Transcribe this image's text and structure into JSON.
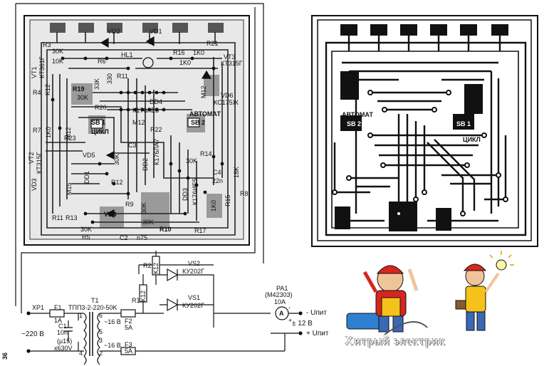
{
  "labels": {
    "vd2": "VD2",
    "vd1": "VD1",
    "r3": "R3",
    "r21": "R21",
    "k30a": "30K",
    "hl1": "HL1",
    "r16": "R16",
    "k1a": "1K0",
    "vt3": "VT3",
    "kt315": "КТ315Г",
    "vt1": "VT1",
    "kt361": "КТ361Г",
    "r6": "R6",
    "k10a": "10K",
    "k1b": "1K0",
    "r4": "R4",
    "k12a": "K12",
    "k330": "330",
    "r11": "R11",
    "k33": "33K",
    "r19": "R19",
    "k30b": "30K",
    "r20": "R20",
    "dd4": "DD4",
    "kc175": "КС175Ж",
    "vd6": "VD6",
    "m12a": "M12",
    "k176le5": "К176ЛЕ5",
    "avtomat": "АВТОМАТ",
    "sb2": "SB 2",
    "sb1": "SB 1",
    "tsikl": "ЦИКЛ",
    "r7": "R7",
    "k1c": "1K0",
    "m12b": "M12",
    "r22": "R22",
    "r23": "R23",
    "m12c": "M12",
    "vt2": "VT2",
    "kt315b": "КТ315Г",
    "vd5": "VD5",
    "k30c": "30K",
    "c3": "C3",
    "r14": "R14",
    "k30d": "30K",
    "c4": "C4",
    "n22": "22n",
    "dd1": "DD1",
    "dd2": "DD2",
    "k176la7": "К176ЛА7",
    "r12": "R12",
    "k18": "18K",
    "r8": "R8",
    "vd3": "VD3",
    "r15": "R15",
    "m15": "M15",
    "dd3": "DD3",
    "k176ie5": "К176ИЕ5",
    "k1d": "1K0",
    "r9": "R9",
    "vd4": "VD4",
    "k30e": "30K",
    "r10": "R10",
    "k30f": "30K",
    "r11b": "R11",
    "r13": "R13",
    "r17": "R17",
    "k30g": "30K",
    "r5": "R5",
    "c2": "C2",
    "n75": "n75",
    "r2": "R2",
    "k12b": "K12",
    "vs2": "VS2",
    "ku202a": "КУ202Г",
    "r1": "R1",
    "k12c": "K12",
    "vs1": "VS1",
    "ku202b": "КУ202Г",
    "pa1": "PA1",
    "m42303": "(М42303)",
    "a10": "10A",
    "a": "A",
    "xp1": "XP1",
    "f1": "F1",
    "a1": "1A",
    "t1": "T1",
    "tpp": "ТПП3-2-220-50K",
    "c1": "C1",
    "n10": "10n",
    "u15": "(µ15)",
    "x630": "x630V",
    "v220": "~220 В",
    "v16a": "~16 В",
    "v16b": "~16 В",
    "f2": "F2",
    "a5a": "5A",
    "f3": "F3",
    "a5b": "5A",
    "upit_minus": "- Uпит",
    "v12": "± 12 В",
    "upit_plus": "+ Uпит",
    "pin6": "6",
    "pin5": "5",
    "pin3": "3",
    "pin2": "2",
    "pin1": "1",
    "pin4": "4",
    "minus": "-",
    "plus": "+",
    "page": "36",
    "avtomat2": "АВТОМАТ",
    "sb2b": "SB 2",
    "sb1b": "SB 1",
    "tsikl2": "ЦИКЛ",
    "watermark": "Хитрый электрик"
  },
  "colors": {
    "ink": "#111111",
    "pad": "#1a1a1a",
    "shade": "#8a8a8a",
    "board": "#e9e9e9",
    "man_red": "#d7261e",
    "man_yellow": "#f5c21a",
    "man_blue": "#3a68b5"
  }
}
